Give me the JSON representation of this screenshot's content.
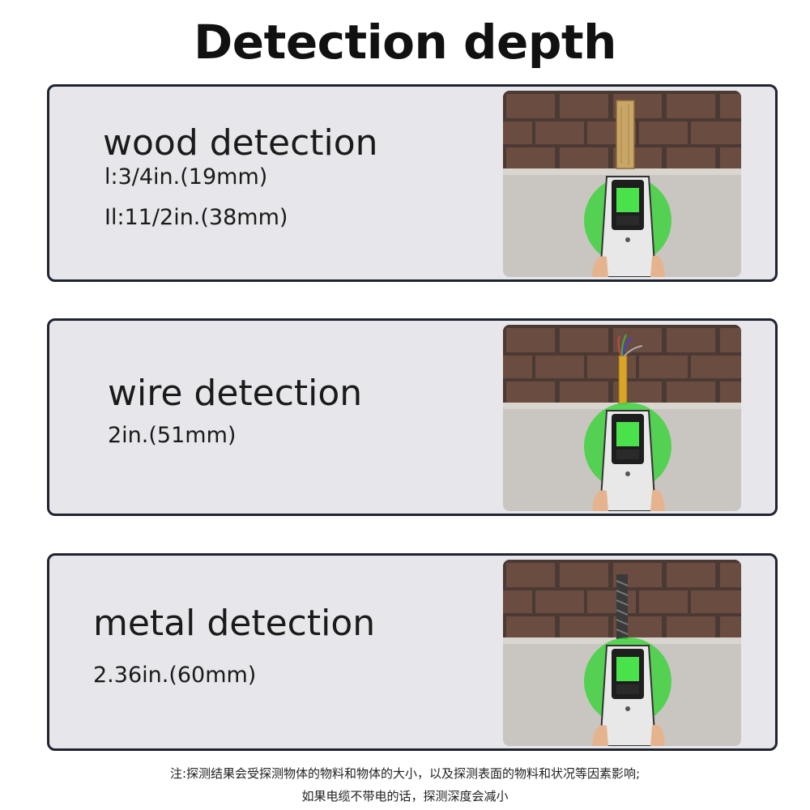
{
  "title": "Detection depth",
  "cards": [
    {
      "heading": "wood detection",
      "lines": [
        "l:3/4in.(19mm)",
        "Il:11/2in.(38mm)"
      ],
      "object": "wood-block"
    },
    {
      "heading": "wire detection",
      "lines": [
        "2in.(51mm)"
      ],
      "object": "electrical-wire"
    },
    {
      "heading": "metal detection",
      "lines": [
        "2.36in.(60mm)"
      ],
      "object": "rebar"
    }
  ],
  "footnote": {
    "line1": "注:探测结果会受探测物体的物料和物体的大小，以及探测表面的物料和状况等因素影响;",
    "line2": "如果电缆不带电的话，探测深度会减小"
  },
  "colors": {
    "card_bg": "#e6e6eb",
    "card_border": "#1f2430",
    "scan_glow": "#3fd23f",
    "screen_green": "#49e24a"
  }
}
